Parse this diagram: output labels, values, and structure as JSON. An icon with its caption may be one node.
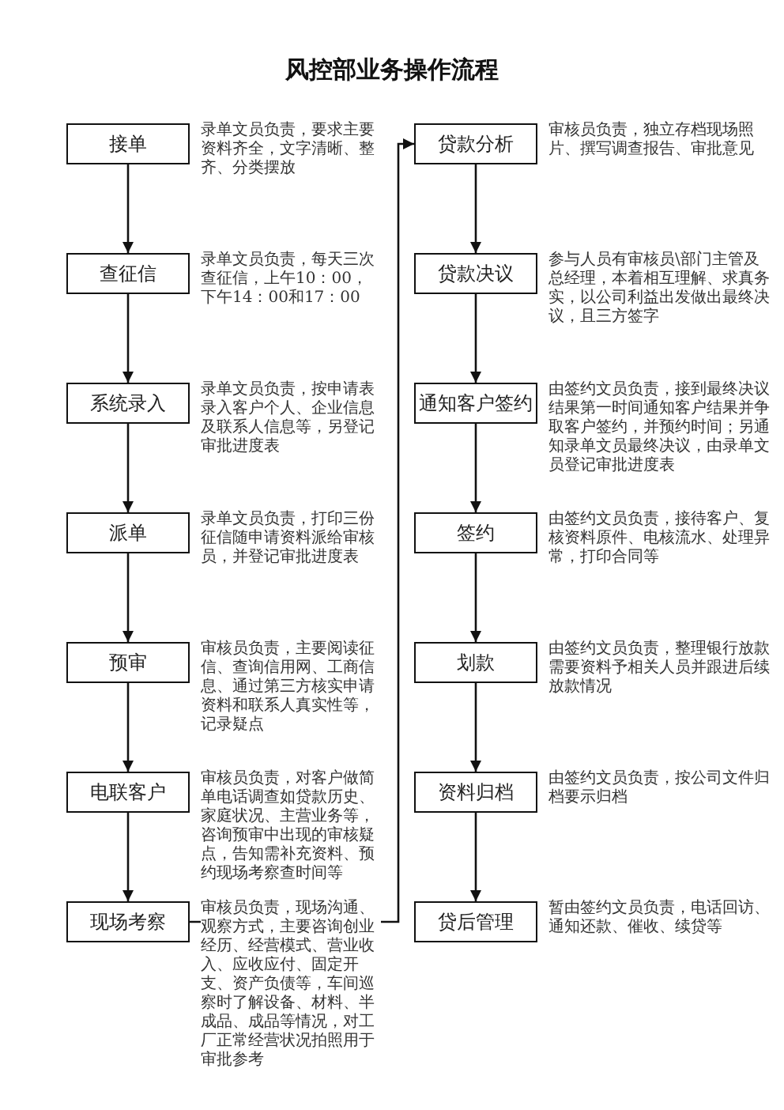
{
  "diagram": {
    "title": "风控部业务操作流程",
    "nodes": [
      {
        "text": [
          "接单"
        ],
        "beside": [
          "录单文员负责，要求主要资料齐全，文字清晰、整齐、分类摆放"
        ]
      },
      {
        "text": [
          "查征信"
        ],
        "beside": [
          "录单文员负责，每天三次查征信，上午10：00，下午14：00和17：00"
        ]
      },
      {
        "text": [
          "系统录入"
        ],
        "beside": [
          "录单文员负责，按申请表录入客户个人、企业信息及联系人信息等，另登记审批进度表"
        ]
      },
      {
        "text": [
          "派单"
        ],
        "beside": [
          "录单文员负责，打印三份征信随申请资料派给审核员，并登记审批进度表"
        ]
      },
      {
        "text": [
          "预审"
        ],
        "beside": [
          "审核员负责，主要阅读征信、查询信用网、工商信息、通过第三方核实申请资料和联系人真实性等，记录疑点"
        ]
      },
      {
        "text": [
          "电联客户"
        ],
        "beside": [
          "审核员负责，对客户做简单电话调查如贷款历史、家庭状况、主营业务等，咨询预审中出现的审核疑点，告知需补充资料、预约现场考察查时间等"
        ]
      },
      {
        "text": [
          "现场考察"
        ],
        "beside": [
          "审核员负责，现场沟通、观察方式，主要咨询创业经历、经营模式、营业收入、应收应付、固定开支、资产负债等，车间巡察时了解设备、材料、半成品、成品等情况，对工厂正常经营状况拍照用于审批参考"
        ]
      },
      {
        "text": [
          "贷款分析"
        ],
        "beside": [
          "审核员负责，独立存档现场照片、撰写调查报告、审批意见"
        ]
      },
      {
        "text": [
          "贷款决议"
        ],
        "beside": [
          "参与人员有审核员\\部门主管及总经理，本着相互理解、求真务实，以公司利益出发做出最终决议，且三方签字"
        ]
      },
      {
        "text": [
          "通知客户签约"
        ],
        "beside": [
          "由签约文员负责，接到最终决议结果第一时间通知客户结果并争取客户签约，并预约时间；另通知录单文员最终决议，由录单文员登记审批进度表"
        ]
      },
      {
        "text": [
          "签约"
        ],
        "beside": [
          "由签约文员负责，接待客户、复核资料原件、电核流水、处理异常，打印合同等"
        ]
      },
      {
        "text": [
          "划款"
        ],
        "beside": [
          "由签约文员负责，整理银行放款需要资料予相关人员并跟进后续放款情况"
        ]
      },
      {
        "text": [
          "资料归档"
        ],
        "beside": [
          "由签约文员负责，按公司文件归档要示归档"
        ]
      },
      {
        "text": [
          "贷后管理"
        ],
        "beside": [
          "暂由签约文员负责，电话回访、通知还款、催收、续贷等"
        ]
      }
    ],
    "edges": [
      {
        "from": 0,
        "to": 1,
        "arrow": "to"
      },
      {
        "from": 1,
        "to": 2,
        "arrow": "to"
      },
      {
        "from": 2,
        "to": 3,
        "arrow": "to"
      },
      {
        "from": 3,
        "to": 4,
        "arrow": "to"
      },
      {
        "from": 4,
        "to": 5,
        "arrow": "to"
      },
      {
        "from": 5,
        "to": 6,
        "arrow": "to"
      },
      {
        "from": 6,
        "to": 7,
        "arrow": "to"
      },
      {
        "from": 7,
        "to": 8,
        "arrow": "to"
      },
      {
        "from": 8,
        "to": 9,
        "arrow": "to"
      },
      {
        "from": 9,
        "to": 10,
        "arrow": "to"
      },
      {
        "from": 10,
        "to": 11,
        "arrow": "to"
      },
      {
        "from": 11,
        "to": 12,
        "arrow": "to"
      },
      {
        "from": 12,
        "to": 13,
        "arrow": "to"
      }
    ]
  }
}
